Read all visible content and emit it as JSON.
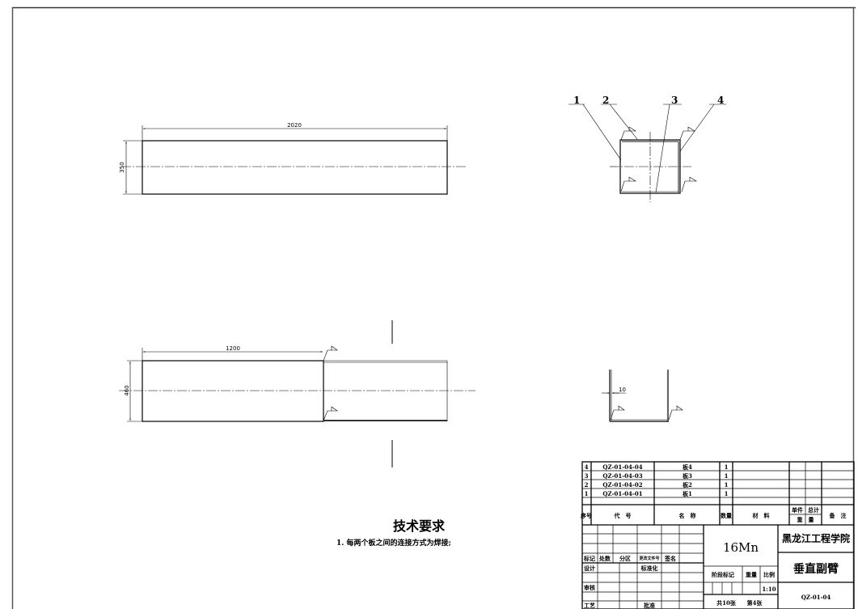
{
  "drawing": {
    "front_view": {
      "length_dim": "2020",
      "height_dim": "350"
    },
    "lower_view": {
      "length_dim": "1200",
      "height_dim": "460"
    },
    "section_view": {
      "balloons": [
        "1",
        "2",
        "3",
        "4"
      ]
    },
    "detail_view": {
      "thickness_dim": "10"
    }
  },
  "technical_requirements": {
    "title": "技术要求",
    "items": [
      "1. 每两个板之间的连接方式为焊接;"
    ]
  },
  "bom": {
    "rows": [
      {
        "seq": "4",
        "code": "QZ-01-04-04",
        "name": "板4",
        "qty": "1"
      },
      {
        "seq": "3",
        "code": "QZ-01-04-03",
        "name": "板3",
        "qty": "1"
      },
      {
        "seq": "2",
        "code": "QZ-01-04-02",
        "name": "板2",
        "qty": "1"
      },
      {
        "seq": "1",
        "code": "QZ-01-04-01",
        "name": "板1",
        "qty": "1"
      }
    ],
    "headers": {
      "seq": "序号",
      "code": "代　号",
      "name": "名　称",
      "qty": "数量",
      "material": "材　料",
      "unit": "单件",
      "total": "总计",
      "weight": "重　量",
      "remark": "备　注"
    }
  },
  "title_block": {
    "labels": {
      "mark": "标记",
      "count": "处数",
      "zone": "分区",
      "change_doc": "更改文件号",
      "sign": "签名",
      "design": "设计",
      "standard": "标准化",
      "review": "审核",
      "process": "工艺",
      "approve": "批准",
      "stage": "阶段标记",
      "weight": "重量",
      "scale": "比例"
    },
    "material": "16Mn",
    "school": "黑龙江工程学院",
    "part_name": "垂直副臂",
    "scale": "1:10",
    "drawing_no": "QZ-01-04",
    "sheets": "共10张",
    "sheet_no": "第4张"
  }
}
